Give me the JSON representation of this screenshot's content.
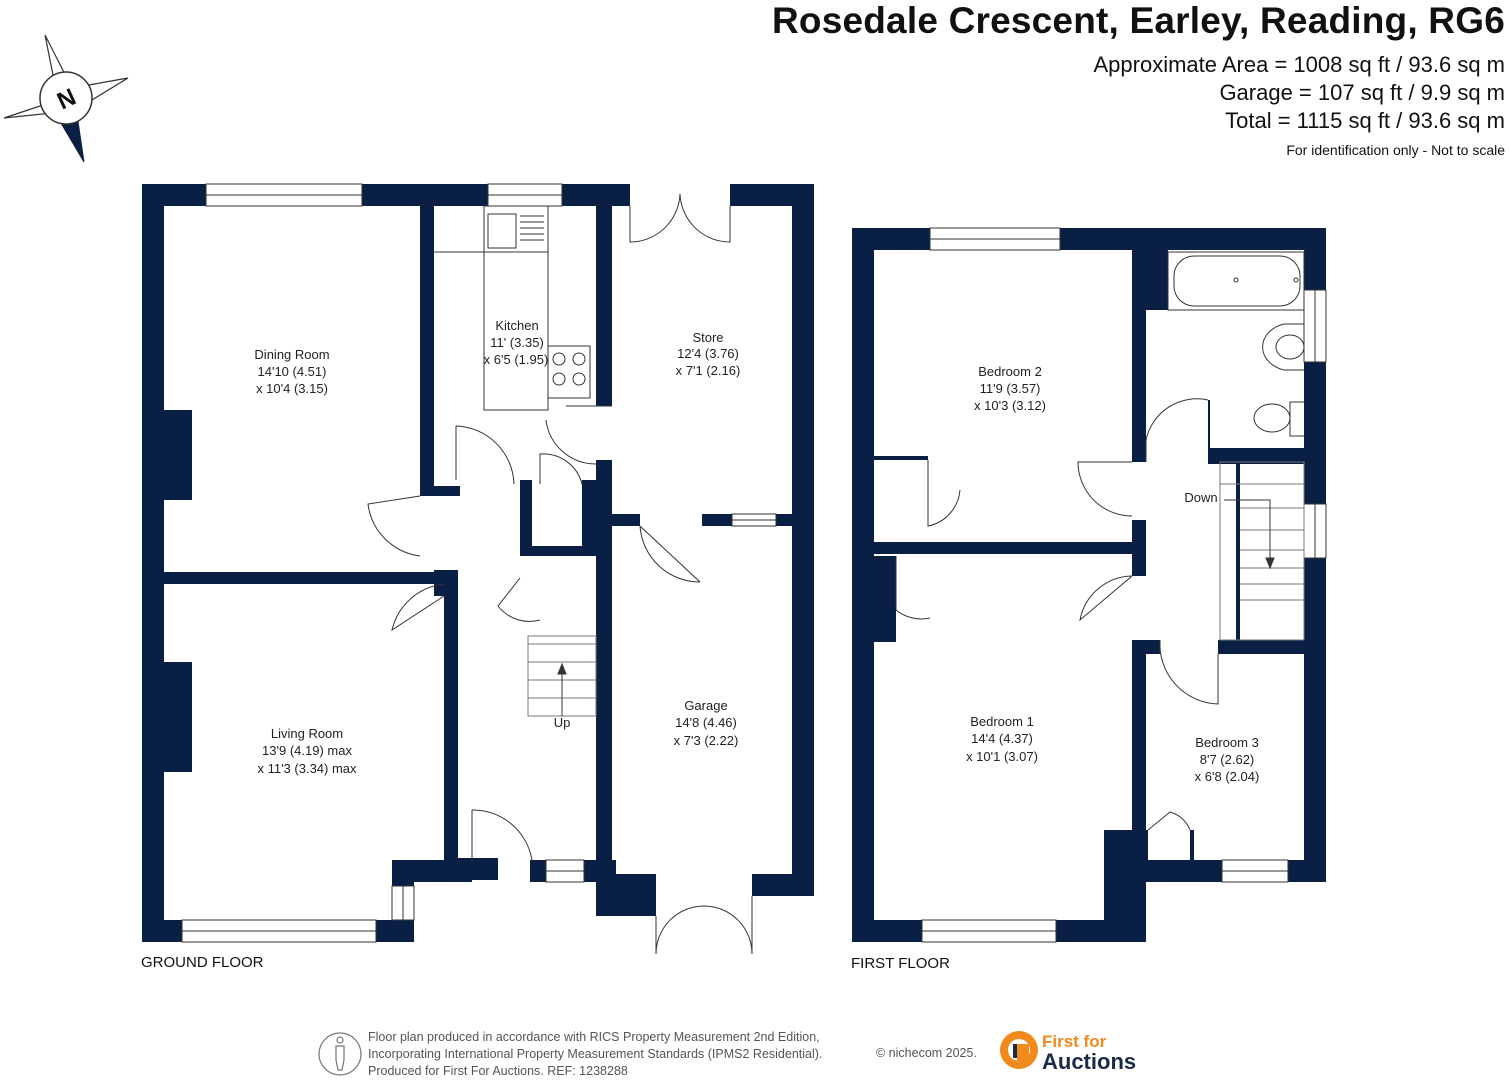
{
  "header": {
    "title": "Rosedale Crescent, Earley, Reading, RG6",
    "area": "Approximate Area = 1008 sq ft / 93.6 sq m",
    "garage": "Garage = 107 sq ft / 9.9 sq m",
    "total": "Total = 1115 sq ft / 93.6 sq m",
    "note": "For identification only - Not to scale"
  },
  "compass": {
    "letter": "N"
  },
  "ground_floor": {
    "label": "GROUND FLOOR",
    "rooms": [
      {
        "name": "Dining Room",
        "dim1": "14'10 (4.51)",
        "dim2": "x 10'4 (3.15)"
      },
      {
        "name": "Kitchen",
        "dim1": "11' (3.35)",
        "dim2": "x 6'5 (1.95)"
      },
      {
        "name": "Store",
        "dim1": "12'4 (3.76)",
        "dim2": "x 7'1 (2.16)"
      },
      {
        "name": "Living Room",
        "dim1": "13'9 (4.19) max",
        "dim2": "x 11'3 (3.34) max"
      },
      {
        "name": "Garage",
        "dim1": "14'8 (4.46)",
        "dim2": "x 7'3 (2.22)"
      }
    ],
    "stairs": "Up"
  },
  "first_floor": {
    "label": "FIRST FLOOR",
    "rooms": [
      {
        "name": "Bedroom 2",
        "dim1": "11'9 (3.57)",
        "dim2": "x 10'3 (3.12)"
      },
      {
        "name": "Bedroom 1",
        "dim1": "14'4 (4.37)",
        "dim2": "x 10'1 (3.07)"
      },
      {
        "name": "Bedroom 3",
        "dim1": "8'7 (2.62)",
        "dim2": "x 6'8 (2.04)"
      }
    ],
    "stairs": "Down"
  },
  "footer": {
    "line1": "Floor plan produced in accordance with RICS Property Measurement 2nd Edition,",
    "line2": "Incorporating International Property Measurement Standards (IPMS2 Residential).",
    "line3": "Produced for First For Auctions.   REF:  1238288",
    "copyright": "© nichecom 2025.",
    "logo_top": "First for",
    "logo_bottom": "Auctions"
  },
  "colors": {
    "wall": "#0a1f44",
    "accent": "#f08a1c",
    "text": "#111111"
  }
}
